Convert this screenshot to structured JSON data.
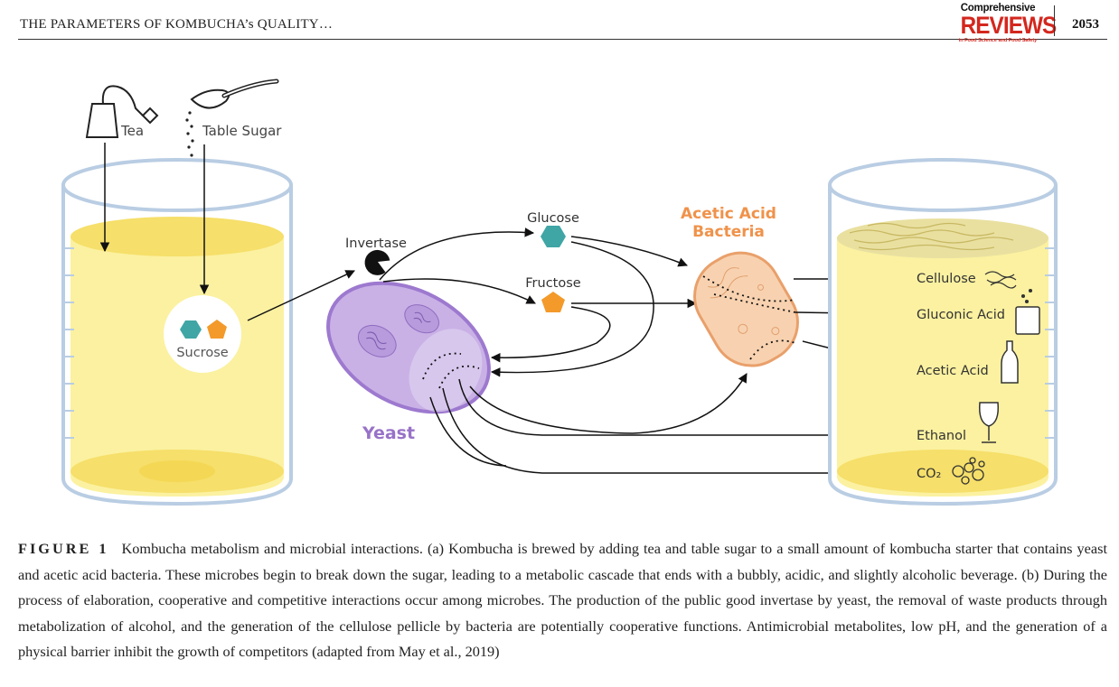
{
  "header": {
    "running_title": "THE PARAMETERS OF KOMBUCHA’s QUALITY…",
    "journal_logo": {
      "line1": "Comprehensive",
      "line2": "REVIEWS",
      "line3": "in Food Science and Food Safety"
    },
    "page_number": "2053"
  },
  "figure": {
    "labels": {
      "tea": "Tea",
      "table_sugar": "Table Sugar",
      "sucrose": "Sucrose",
      "invertase": "Invertase",
      "glucose": "Glucose",
      "fructose": "Fructose",
      "acetic_acid_bacteria_line1": "Acetic Acid",
      "acetic_acid_bacteria_line2": "Bacteria",
      "yeast": "Yeast",
      "cellulose": "Cellulose",
      "gluconic_acid": "Gluconic Acid",
      "acetic_acid": "Acetic Acid",
      "ethanol": "Ethanol",
      "co2": "CO₂"
    },
    "colors": {
      "liquid": "#fbf1a0",
      "liquid_dark": "#f6df6a",
      "glass": "#b9cde3",
      "yeast": "#c9b1e6",
      "yeast_stroke": "#9d79cf",
      "yeast_label": "#9872c8",
      "bacteria": "#f8d2b0",
      "bacteria_stroke": "#e9a06b",
      "bacteria_label": "#f0924a",
      "glucose": "#3fa6a5",
      "fructose": "#f39a2a"
    }
  },
  "caption": {
    "label": "FIGURE 1",
    "text": "Kombucha metabolism and microbial interactions. (a) Kombucha is brewed by adding tea and table sugar to a small amount of kombucha starter that contains yeast and acetic acid bacteria. These microbes begin to break down the sugar, leading to a metabolic cascade that ends with a bubbly, acidic, and slightly alcoholic beverage. (b) During the process of elaboration, cooperative and competitive interactions occur among microbes. The production of the public good invertase by yeast, the removal of waste products through metabolization of alcohol, and the generation of the cellulose pellicle by bacteria are potentially cooperative functions. Antimicrobial metabolites, low pH, and the generation of a physical barrier inhibit the growth of competitors (adapted from May et al., 2019)"
  }
}
